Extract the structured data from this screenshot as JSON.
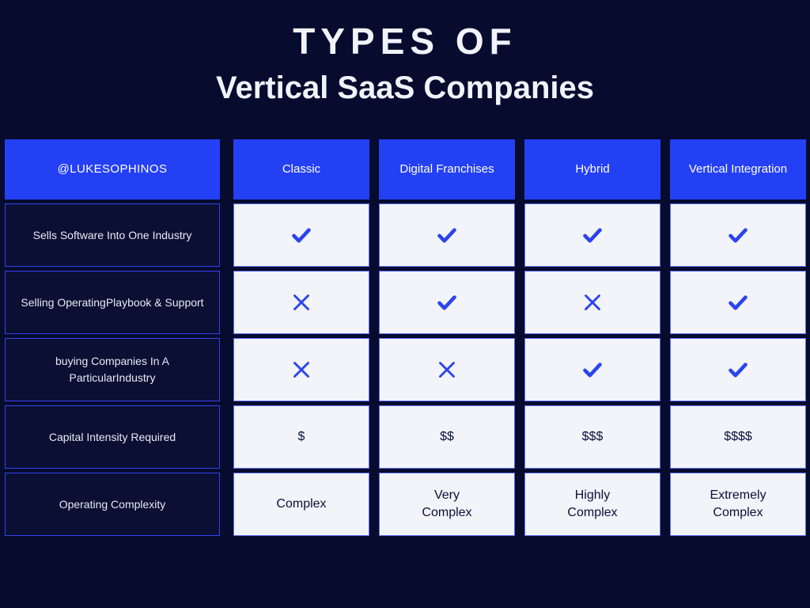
{
  "title": {
    "line1": "TYPES OF",
    "line2": "Vertical SaaS Companies"
  },
  "colors": {
    "background": "#070B2E",
    "header_blue": "#2440F5",
    "cell_white": "#F2F4FA",
    "mark_blue": "#2B44EE",
    "border_blue": "#3344EE",
    "title_text": "#F1F3FA"
  },
  "table": {
    "columns": [
      {
        "label": "@LUKESOPHINOS"
      },
      {
        "label": "Classic"
      },
      {
        "label": "Digital Franchises"
      },
      {
        "label": "Hybrid"
      },
      {
        "label": "Vertical Integration"
      }
    ],
    "rows": [
      {
        "label": "Sells Software Into One Industry",
        "label_lines": [
          "Sells Software Into One Industry"
        ],
        "cells": [
          {
            "type": "check",
            "icon": "check-icon",
            "text": ""
          },
          {
            "type": "check",
            "icon": "check-icon",
            "text": ""
          },
          {
            "type": "check",
            "icon": "check-icon",
            "text": ""
          },
          {
            "type": "check",
            "icon": "check-icon",
            "text": ""
          }
        ]
      },
      {
        "label": "Selling Operating Playbook & Support",
        "label_lines": [
          "Selling Operating",
          "Playbook & Support"
        ],
        "cells": [
          {
            "type": "cross",
            "icon": "cross-icon",
            "text": ""
          },
          {
            "type": "check",
            "icon": "check-icon",
            "text": ""
          },
          {
            "type": "cross",
            "icon": "cross-icon",
            "text": ""
          },
          {
            "type": "check",
            "icon": "check-icon",
            "text": ""
          }
        ]
      },
      {
        "label": "buying Companies In A Particular Industry",
        "label_lines": [
          "buying Companies In A Particular",
          "Industry"
        ],
        "cells": [
          {
            "type": "cross",
            "icon": "cross-icon",
            "text": ""
          },
          {
            "type": "cross",
            "icon": "cross-icon",
            "text": ""
          },
          {
            "type": "check",
            "icon": "check-icon",
            "text": ""
          },
          {
            "type": "check",
            "icon": "check-icon",
            "text": ""
          }
        ]
      },
      {
        "label": "Capital Intensity Required",
        "label_lines": [
          "Capital Intensity Required"
        ],
        "cells": [
          {
            "type": "text",
            "icon": "",
            "text": "$"
          },
          {
            "type": "text",
            "icon": "",
            "text": "$$"
          },
          {
            "type": "text",
            "icon": "",
            "text": "$$$"
          },
          {
            "type": "text",
            "icon": "",
            "text": "$$$$"
          }
        ]
      },
      {
        "label": "Operating Complexity",
        "label_lines": [
          "Operating Complexity"
        ],
        "cells": [
          {
            "type": "text",
            "icon": "",
            "text": "Complex",
            "lines": [
              "Complex"
            ]
          },
          {
            "type": "text",
            "icon": "",
            "text": "Very Complex",
            "lines": [
              "Very",
              "Complex"
            ]
          },
          {
            "type": "text",
            "icon": "",
            "text": "Highly Complex",
            "lines": [
              "Highly",
              "Complex"
            ]
          },
          {
            "type": "text",
            "icon": "",
            "text": "Extremely Complex",
            "lines": [
              "Extremely",
              "Complex"
            ]
          }
        ]
      }
    ]
  }
}
